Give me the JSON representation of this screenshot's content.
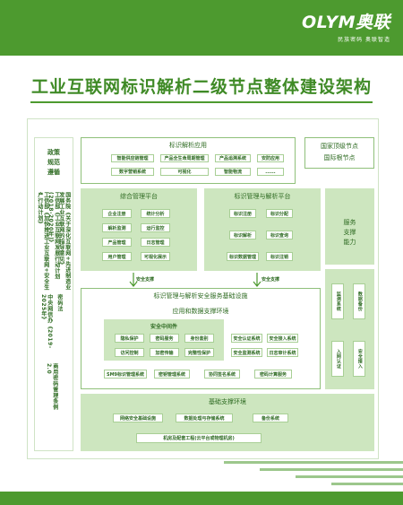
{
  "brand": {
    "name": "OLYM奥联",
    "slogan": "民族密码 奥联智造"
  },
  "title": "工业互联网标识解析二级节点整体建设架构",
  "left": {
    "policy": [
      "政策",
      "规范",
      "遵循"
    ],
    "docs": [
      "工信部《加快推进工业互联网+安全生产行动计划》",
      "工信部《工业互联网发展行动计划(2018-2020年)》",
      "国务院《关于深化互联网+先进制造业发展工业互联网的指导意见》",
      "中央网信办《2019-2025年》",
      "密码法",
      "商用密码管理条例 2.0"
    ]
  },
  "national": {
    "line1": "国家顶级节点",
    "line2": "国际根节点"
  },
  "apps": {
    "title": "标识解析应用",
    "items": [
      "智能供应链管理",
      "产品全生命周期管理",
      "产品追溯系统",
      "安防应用",
      "数字营销系统",
      "可视化",
      "智能物流",
      "......"
    ]
  },
  "integrated": {
    "title": "综合管理平台",
    "items": [
      "企业注册",
      "统计分析",
      "解析监测",
      "运行监控",
      "产品管理",
      "日志管理",
      "用户管理",
      "可视化展示"
    ]
  },
  "idmgmt": {
    "title": "标识管理与解析平台",
    "items": [
      "标识注册",
      "标识分配",
      "标识解析",
      "标识查询",
      "标识数据管理",
      "标识注销"
    ]
  },
  "services": {
    "title": "服务",
    "line2": "支撑",
    "line3": "能力"
  },
  "arrows": {
    "left": "安全支撑",
    "right": "安全支撑"
  },
  "security": {
    "title": "标识管理与解析安全服务基础设施",
    "app_data": "应用和数据支撑环境",
    "middleware": "安全中间件",
    "mw_items": [
      "隐私保护",
      "密码服务",
      "身份鉴别",
      "访问控制",
      "加密传输",
      "完整性保护"
    ],
    "right_items": [
      "安全认证系统",
      "安全接入系统",
      "安全监测系统",
      "日志审计系统"
    ],
    "row_items": [
      "SM9标识管理系统",
      "密钥管理系统",
      "协同签名系统",
      "密码计算服务"
    ],
    "side": [
      "监测系统",
      "数据备份",
      "入网认证",
      "安全接入"
    ]
  },
  "base": {
    "title": "基础支撑环境",
    "items": [
      "网络安全基础设施",
      "数据处理与存储系统",
      "备份系统"
    ],
    "bottom": "机房及配套工程(云平台或物理机房)"
  }
}
